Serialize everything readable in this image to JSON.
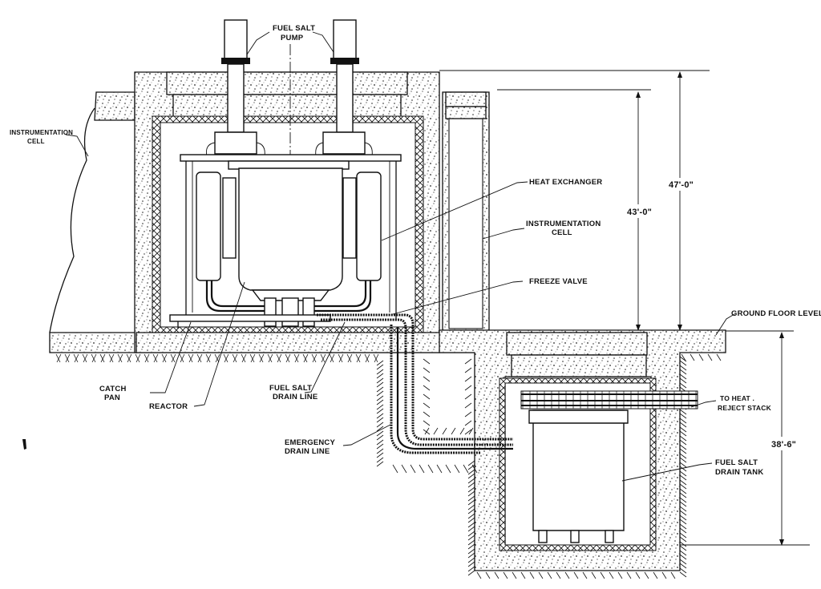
{
  "title": "Reactor cell cross-section with drain tank cell",
  "labels": {
    "fuel_salt_pump": [
      "FUEL SALT",
      "PUMP"
    ],
    "instrumentation_cell_left": [
      "INSTRUMENTATION",
      "CELL"
    ],
    "heat_exchanger": "HEAT EXCHANGER",
    "instrumentation_cell_right": [
      "INSTRUMENTATION",
      "CELL"
    ],
    "freeze_valve": "FREEZE VALVE",
    "ground_floor_level": "GROUND FLOOR LEVEL",
    "catch_pan": [
      "CATCH",
      "PAN"
    ],
    "reactor": "REACTOR",
    "fuel_salt_drain_line": [
      "FUEL SALT",
      "DRAIN LINE"
    ],
    "emergency_drain_line": [
      "EMERGENCY",
      "DRAIN LINE"
    ],
    "to_heat_reject_stack": [
      "TO HEAT .",
      "REJECT STACK"
    ],
    "fuel_salt_drain_tank": [
      "FUEL SALT",
      "DRAIN TANK"
    ]
  },
  "dimensions": {
    "upper_cell_height": "43'-0\"",
    "overall_height": "47'-0\"",
    "drain_cell_depth": "38'-6\""
  },
  "colors": {
    "ink": "#111111",
    "paper": "#ffffff"
  }
}
